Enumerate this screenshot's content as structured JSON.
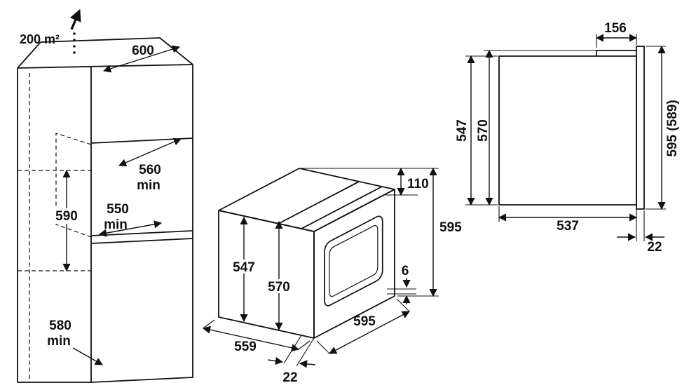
{
  "colors": {
    "ink": "#111111",
    "background": "#ffffff"
  },
  "cabinet": {
    "ventilation_area": "200 m²",
    "top_depth": "600",
    "niche_width": "560",
    "niche_width_min": "min",
    "niche_height": "590",
    "niche_depth": "550",
    "niche_depth_min": "min",
    "unit_depth": "580",
    "unit_depth_min": "min"
  },
  "oven": {
    "top_height": "110",
    "total_height": "595",
    "body_height": "547",
    "door_height": "570",
    "bottom_gap": "6",
    "width": "595",
    "depth": "559",
    "door_thickness": "22"
  },
  "side": {
    "top_section_depth": "156",
    "body_height": "547",
    "door_height": "570",
    "overall_height": "595 (589)",
    "body_depth": "537",
    "door_thickness": "22"
  }
}
